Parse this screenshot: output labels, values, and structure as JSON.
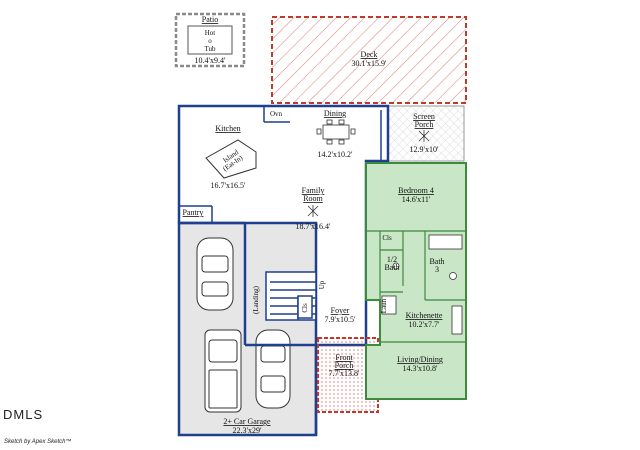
{
  "colors": {
    "wall": "#1f3f8f",
    "apartment_fill": "#c9e6c6",
    "apartment_wall": "#3c8a3c",
    "deck_hatch": "#c0392b",
    "porch_dots": "#c0392b",
    "garage_fill": "#e6e6e6",
    "patio_border": "#8a8a8a"
  },
  "rooms": {
    "patio": {
      "name": "Patio",
      "dims": "10.4'x9.4'",
      "tub": [
        "Hot",
        "o",
        "Tub"
      ]
    },
    "deck": {
      "name": "Deck",
      "dims": "30.1'x15.9'"
    },
    "screen_porch": {
      "name": [
        "Screen",
        "Porch"
      ],
      "dims": "12.9'x10'"
    },
    "kitchen": {
      "name": "Kitchen",
      "dims": "16.7'x16.5'",
      "oven": "Ovn",
      "island": [
        "Island",
        "(Eat-In)"
      ]
    },
    "dining": {
      "name": "Dining",
      "dims": "14.2'x10.2'"
    },
    "family_room": {
      "name": [
        "Family",
        "Room"
      ],
      "dims": "18.7'x16.4'"
    },
    "pantry": {
      "name": "Pantry"
    },
    "bedroom4": {
      "name": "Bedroom 4",
      "dims": "14.6'x11'"
    },
    "closet_bed": {
      "name": "Cls"
    },
    "half_bath": {
      "name": [
        "1/2",
        "Bath"
      ]
    },
    "bath3": {
      "name": [
        "Bath",
        "3"
      ]
    },
    "kitchenette": {
      "name": "Kitchenette",
      "dims": "10.2'x7.7'"
    },
    "laundry": {
      "name": "Laun"
    },
    "landing": {
      "name": "(Landing)"
    },
    "stairs_up": {
      "name": "Up"
    },
    "closet_foyer": {
      "name": "Cls"
    },
    "foyer": {
      "name": "Foyer",
      "dims": "7.9'x10.5'"
    },
    "front_porch": {
      "name": [
        "Front",
        "Porch"
      ],
      "dims": "7.7'x13.8'"
    },
    "living_dining": {
      "name": "Living/Dining",
      "dims": "14.3'x10.8'"
    },
    "garage": {
      "name": "2+ Car Garage",
      "dims": "22.3'x29'"
    }
  },
  "watermark": "DMLS",
  "credit": "Sketch by Apex Sketch™"
}
